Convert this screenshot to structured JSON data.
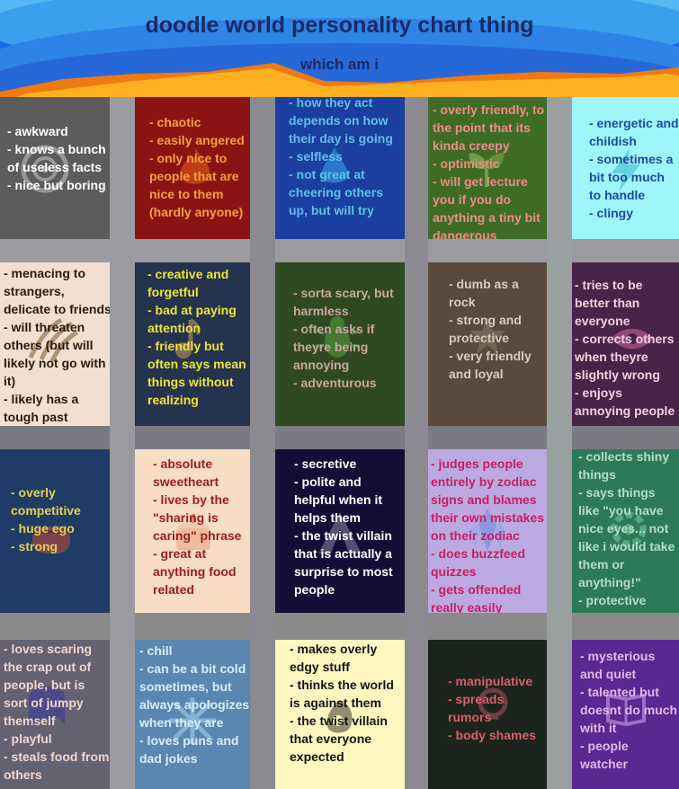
{
  "header": {
    "title": "doodle world personality chart thing",
    "subtitle": "which am i"
  },
  "cells": [
    {
      "id": "r1c1",
      "bg": "#5c5c5c",
      "color": "#ffffff",
      "icon": "dust-swirl-icon",
      "text": "- awkward\n- knows a bunch of useless facts\n- nice but boring"
    },
    {
      "id": "r1c2",
      "bg": "#8a1414",
      "color": "#f2a13a",
      "icon": "flame-icon",
      "text": "- chaotic\n- easily angered\n- only nice to people that are nice to them (hardly anyone)"
    },
    {
      "id": "r1c3",
      "bg": "#1a3fa0",
      "color": "#5fc0e6",
      "icon": "water-drop-icon",
      "text": "- how they act depends on how their day is going\n- selfless\n- not great at cheering others up, but will try"
    },
    {
      "id": "r1c4",
      "bg": "#3f6c25",
      "color": "#f08a8a",
      "icon": "leaf-sprout-icon",
      "text": "- overly friendly, to the point that its kinda creepy\n- optimistic\n- will get lecture you if you do anything a tiny bit dangerous"
    },
    {
      "id": "r1c5",
      "bg": "#9ef6fa",
      "color": "#1e4aa8",
      "icon": "lightning-icon",
      "text": "- energetic and childish\n- sometimes a bit too much to handle\n- clingy"
    },
    {
      "id": "r2c1",
      "bg": "#f2dfd2",
      "color": "#2a1a0a",
      "icon": "claws-icon",
      "text": "- menacing to strangers, delicate to friends\n- will threaten others (but will likely not go with it)\n- likely has a tough past"
    },
    {
      "id": "r2c2",
      "bg": "#24334e",
      "color": "#f0e432",
      "icon": "music-note-icon",
      "text": "- creative and forgetful\n- bad at paying attention\n- friendly but often says mean things without realizing"
    },
    {
      "id": "r2c3",
      "bg": "#2f4a22",
      "color": "#c9a6a0",
      "icon": "bug-icon",
      "text": "- sorta scary, but harmless\n- often asks if theyre being annoying\n- adventurous"
    },
    {
      "id": "r2c4",
      "bg": "#5a4a3e",
      "color": "#d9cbbe",
      "icon": "rock-star-icon",
      "text": "- dumb as a rock\n- strong and protective\n- very friendly and loyal"
    },
    {
      "id": "r2c5",
      "bg": "#4a2448",
      "color": "#f4cfe0",
      "icon": "eye-icon",
      "text": "- tries to be better than everyone\n- corrects others when theyre slightly wrong\n- enjoys annoying people"
    },
    {
      "id": "r3c1",
      "bg": "#1f3c66",
      "color": "#e6ce50",
      "icon": "fist-icon",
      "text": "- overly competitive\n- huge ego\n- strong"
    },
    {
      "id": "r3c2",
      "bg": "#f8dcc4",
      "color": "#9a1e1e",
      "icon": "cake-icon",
      "text": "- absolute sweetheart\n- lives by the \"sharing is caring\" phrase\n- great at anything food related"
    },
    {
      "id": "r3c3",
      "bg": "#140d36",
      "color": "#ffffff",
      "icon": "hood-icon",
      "text": "- secretive\n- polite and helpful when it helps them\n- the twist villain that is actually a surprise to most people"
    },
    {
      "id": "r3c4",
      "bg": "#bca9e2",
      "color": "#c81e64",
      "icon": "crystal-icon",
      "text": "- judges people entirely by zodiac signs and blames their own mistakes on their zodiac\n- does buzzfeed quizzes\n- gets offended really easily"
    },
    {
      "id": "r3c5",
      "bg": "#2c7a5a",
      "color": "#b6dcc8",
      "icon": "gear-icon",
      "text": "- collects shiny things\n- says things like \"you have nice eyes... not like i would take them or anything!\"\n- protective"
    },
    {
      "id": "r4c1",
      "bg": "#646270",
      "color": "#f0d6ce",
      "icon": "ghost-icon",
      "text": "- loves scaring the crap out of people, but is sort of jumpy themself\n- playful\n- steals food from others"
    },
    {
      "id": "r4c2",
      "bg": "#5a86b0",
      "color": "#d8eef8",
      "icon": "snowflake-icon",
      "text": "- chill\n- can be a bit cold sometimes, but always apologizes when they are\n- loves puns and dad jokes"
    },
    {
      "id": "r4c3",
      "bg": "#fff6c0",
      "color": "#141414",
      "icon": "dark-eye-icon",
      "text": "- makes overly edgy stuff\n- thinks the world is against them\n- the twist villain that everyone expected"
    },
    {
      "id": "r4c4",
      "bg": "#1c241e",
      "color": "#d8606a",
      "icon": "poison-icon",
      "text": "- manipulative\n- spreads rumors\n- body shames"
    },
    {
      "id": "r4c5",
      "bg": "#5a2890",
      "color": "#e2b8f0",
      "icon": "magic-book-icon",
      "text": "- mysterious and quiet\n- talented but doesnt do much with it\n- people watcher"
    }
  ]
}
